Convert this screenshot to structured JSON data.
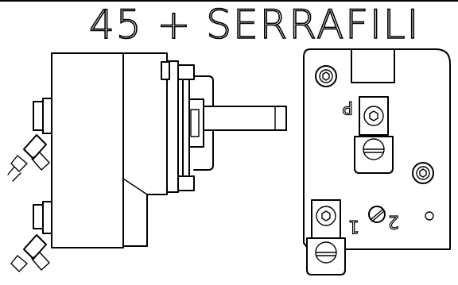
{
  "title": "45 + SERRAFILI",
  "terminal_labels": {
    "p": "P",
    "one": "1",
    "two": "2"
  },
  "icons": {
    "side_view": "rotary-switch-side-view",
    "front_view": "terminal-plate-front-view",
    "hex_screw": "hex-socket-screw-icon",
    "slotted_screw": "slotted-screw-icon"
  },
  "colors": {
    "line": "#000000",
    "background": "#ffffff"
  }
}
